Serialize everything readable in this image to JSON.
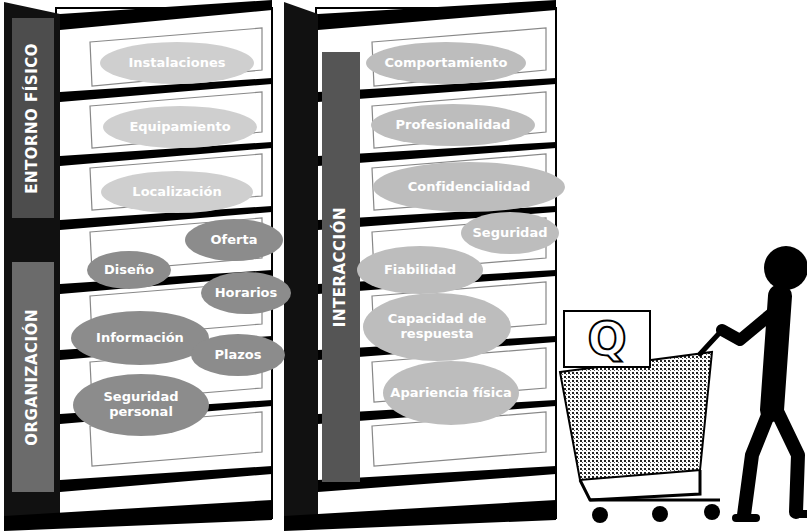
{
  "diagram": {
    "nodes": [
      {
        "text": [
          "ENTORNO FÍSICO"
        ]
      },
      {
        "text": [
          "Instalaciones"
        ]
      },
      {
        "text": [
          "Equipamiento"
        ]
      },
      {
        "text": [
          "Localización"
        ]
      },
      {
        "text": [
          "ORGANIZACIÓN"
        ]
      },
      {
        "text": [
          "Oferta"
        ]
      },
      {
        "text": [
          "Diseño"
        ]
      },
      {
        "text": [
          "Horarios"
        ]
      },
      {
        "text": [
          "Información"
        ]
      },
      {
        "text": [
          "Plazos"
        ]
      },
      {
        "text": [
          "Seguridad personal"
        ]
      },
      {
        "text": [
          "INTERACCIÓN"
        ]
      },
      {
        "text": [
          "Comportamiento"
        ]
      },
      {
        "text": [
          "Profesionalidad"
        ]
      },
      {
        "text": [
          "Confidencialidad"
        ]
      },
      {
        "text": [
          "Seguridad"
        ]
      },
      {
        "text": [
          "Fiabilidad"
        ]
      },
      {
        "text": [
          "Capacidad de respuesta"
        ]
      },
      {
        "text": [
          "Apariencia física"
        ]
      },
      {
        "text": [
          "Q"
        ]
      }
    ]
  }
}
